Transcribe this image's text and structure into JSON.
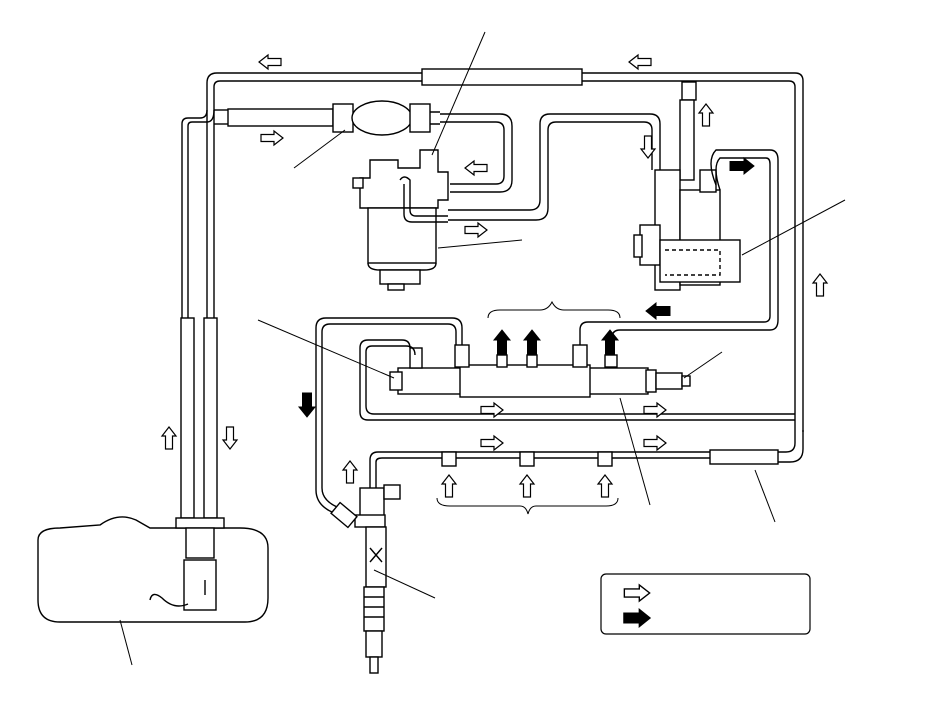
{
  "diagram": {
    "type": "fuel-system-schematic",
    "components": [
      {
        "id": "fuel-tank",
        "icon": "tank"
      },
      {
        "id": "fuel-filter",
        "icon": "filter"
      },
      {
        "id": "priming-pump",
        "icon": "bulb-pump"
      },
      {
        "id": "supply-pump",
        "icon": "high-pressure-pump"
      },
      {
        "id": "common-rail",
        "icon": "rail"
      },
      {
        "id": "pressure-limiter",
        "icon": "valve"
      },
      {
        "id": "injector",
        "icon": "injector"
      },
      {
        "id": "return-pipe",
        "icon": "pipe"
      }
    ],
    "legend": {
      "items": [
        {
          "id": "low-pressure-fuel",
          "icon": "hollow-arrow-right",
          "color": "#ffffff"
        },
        {
          "id": "high-pressure-fuel",
          "icon": "solid-arrow-right",
          "color": "#000000"
        }
      ]
    },
    "colors": {
      "line": "#000000",
      "background": "#ffffff"
    }
  }
}
